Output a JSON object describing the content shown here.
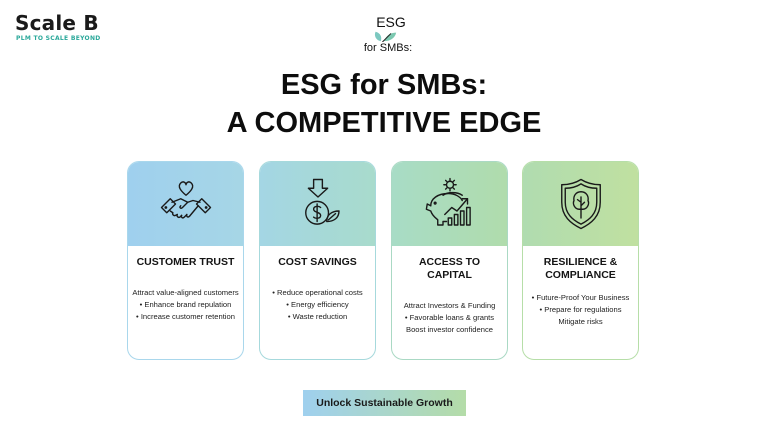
{
  "logo": {
    "name": "Scale B",
    "tagline": "PLM TO SCALE BEYOND",
    "tagline_color": "#2aa89a"
  },
  "esg_mark": {
    "line1": "ESG",
    "line2": "for SMBs:",
    "icon": "leaf-icon"
  },
  "title": {
    "line1": "ESG for SMBs:",
    "line2": "A COMPETITIVE EDGE"
  },
  "cards": [
    {
      "icon": "heart-handshake-icon",
      "title": "CUSTOMER TRUST",
      "lines": [
        "Attract value-aligned customers",
        "• Enhance brand repulation",
        "• Increase customer retention"
      ],
      "color": "#9fd0ee"
    },
    {
      "icon": "dollar-savings-icon",
      "title": "COST SAVINGS",
      "lines": [
        "• Reduce operational costs",
        "• Energy efficiency",
        "• Waste reduction"
      ],
      "color": "#a6d9d8"
    },
    {
      "icon": "piggy-bank-growth-icon",
      "title": "ACCESS TO CAPITAL",
      "lines": [
        "Attract Investors & Funding",
        "• Favorable loans & grants",
        "Boost investor confidence"
      ],
      "color": "#aadcc0"
    },
    {
      "icon": "shield-tree-icon",
      "title_line1": "RESILIENCE &",
      "title_line2": "COMPLIANCE",
      "lines": [
        "• Future-Proof Your Business",
        "• Prepare for regulations",
        "Mitigate risks"
      ],
      "color": "#bcdfa4"
    }
  ],
  "cta": {
    "label": "Unlock Sustainable Growth"
  }
}
